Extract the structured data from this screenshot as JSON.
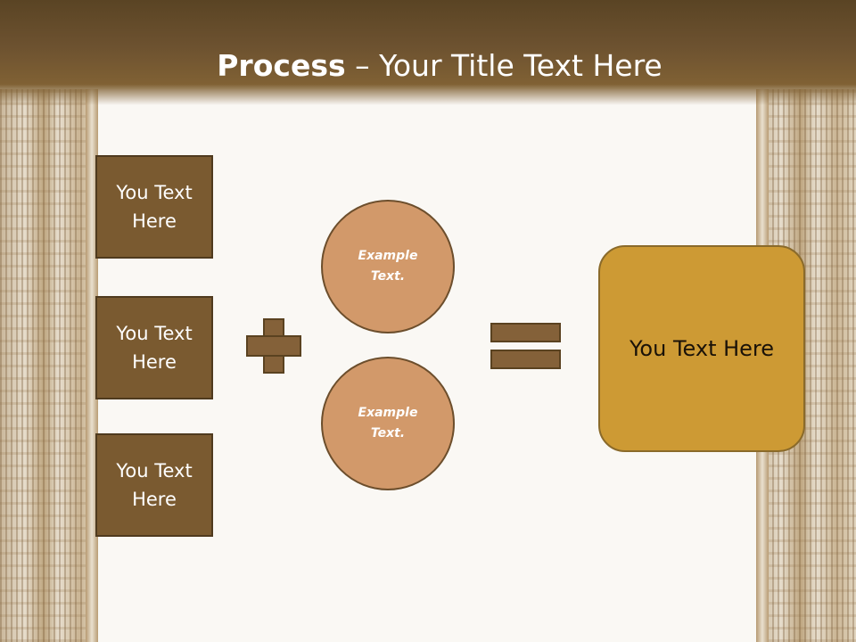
{
  "header": {
    "title_strong": "Process",
    "title_rest": " – Your Title Text Here"
  },
  "inputs": [
    {
      "label": "You Text\nHere"
    },
    {
      "label": "You Text\nHere"
    },
    {
      "label": "You Text\nHere"
    }
  ],
  "circles": [
    {
      "label": "Example\nText."
    },
    {
      "label": "Example\nText."
    }
  ],
  "result": {
    "label": "You Text Here"
  },
  "colors": {
    "header": "#6d5230",
    "box_fill": "#7a5a30",
    "circle_fill": "#d2996a",
    "result_fill": "#cd9a34",
    "operator_fill": "#846139"
  },
  "icons": [
    "plus-icon",
    "equals-icon"
  ]
}
